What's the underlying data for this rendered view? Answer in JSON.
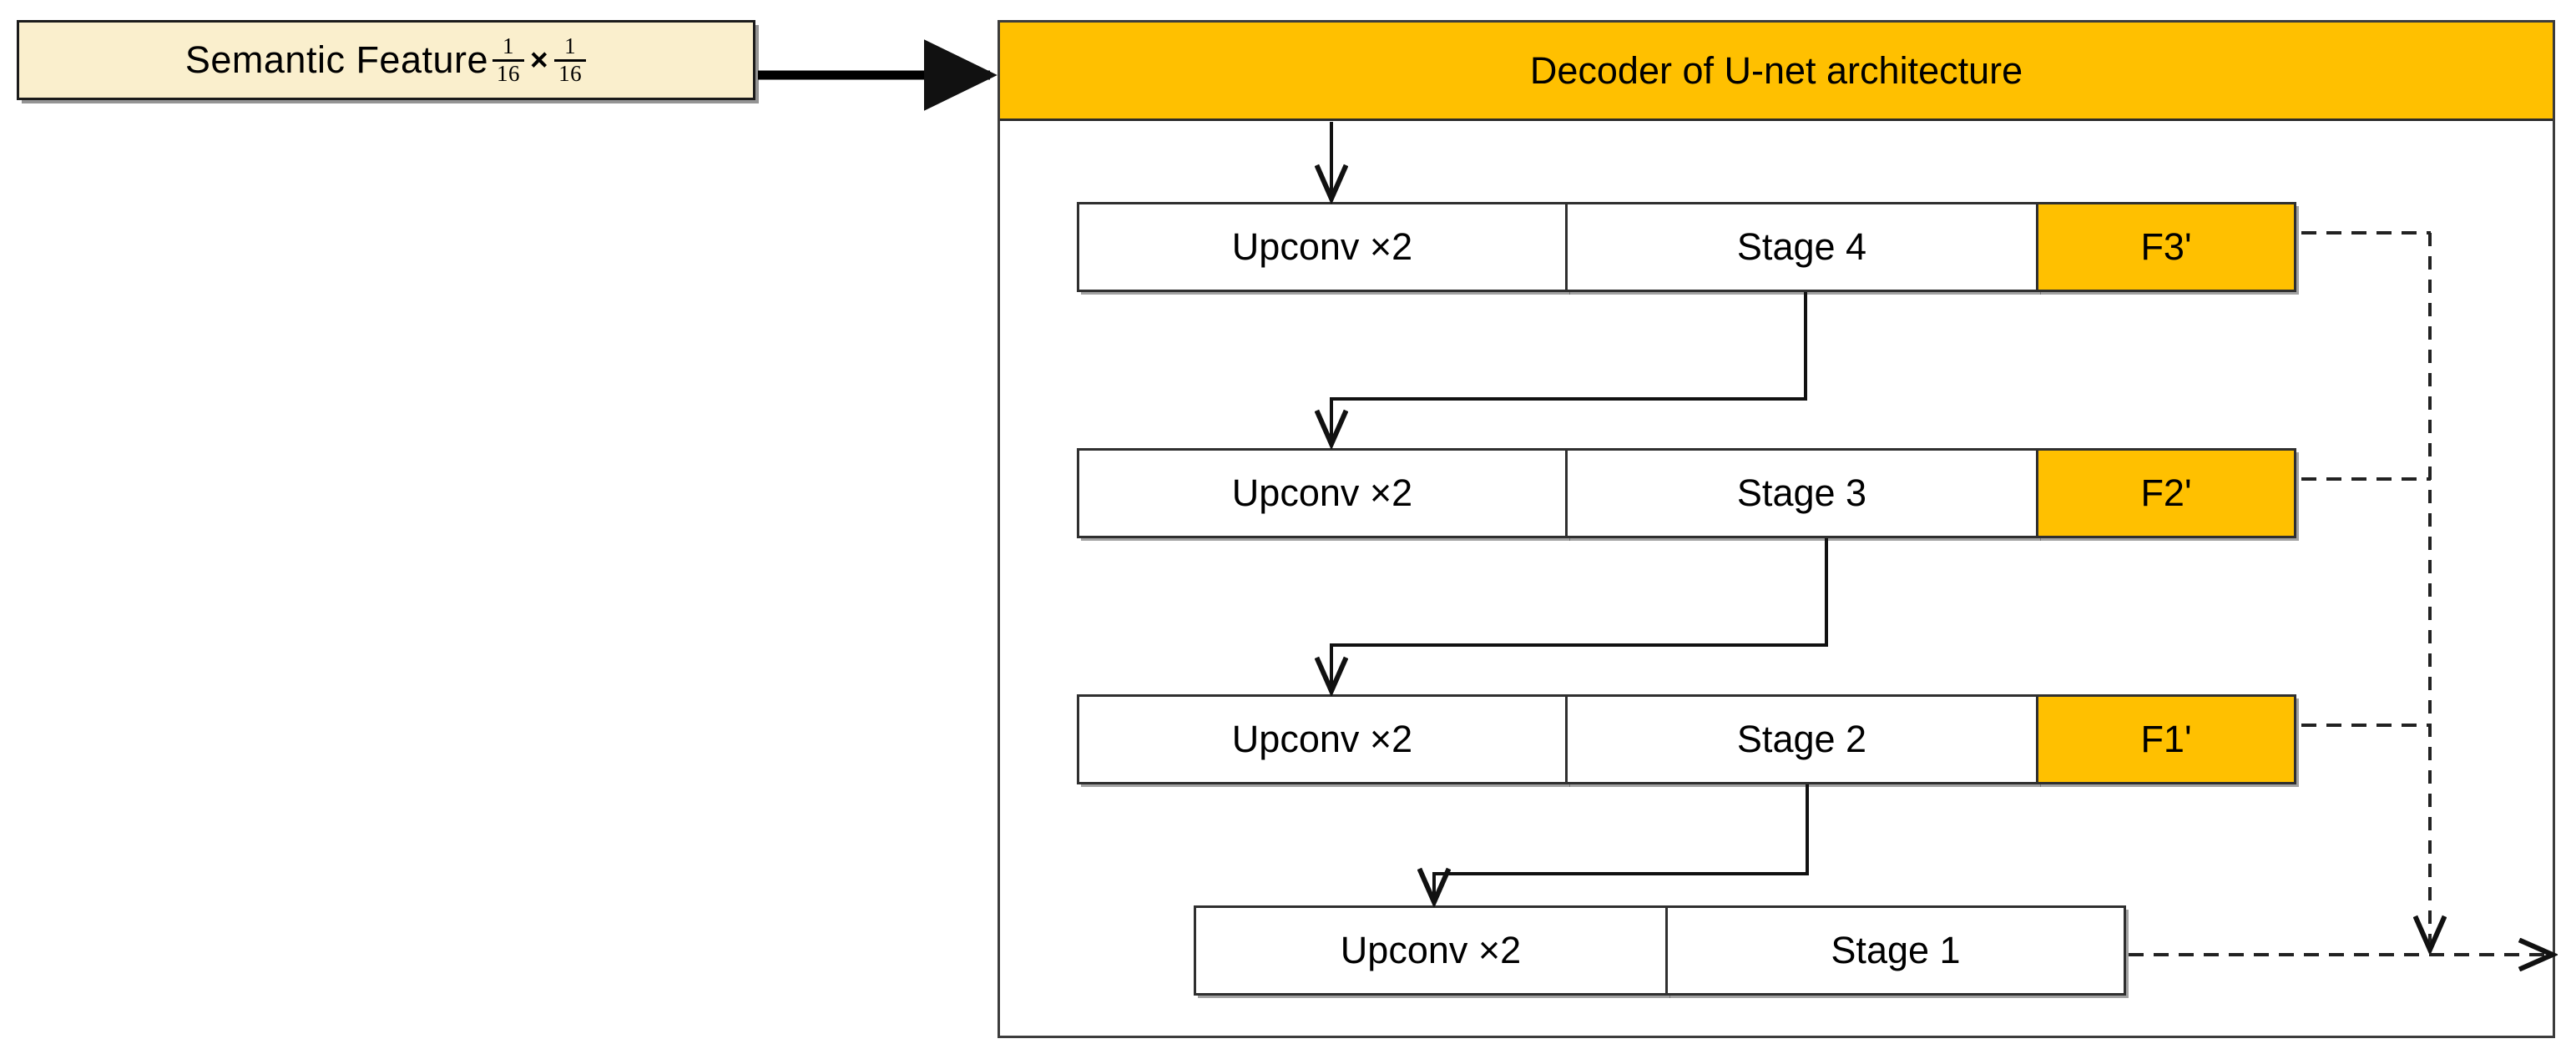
{
  "diagram": {
    "title": "Decoder of U-net architecture",
    "input_block": {
      "label": "Semantic Feature",
      "scale_numerator_1": "1",
      "scale_denominator_1": "16",
      "times": "×",
      "scale_numerator_2": "1",
      "scale_denominator_2": "16"
    },
    "header": {
      "label": "Decoder of U-net architecture"
    },
    "rows": [
      {
        "upconv": "Upconv ×2",
        "stage": "Stage 4",
        "feature": "F3'",
        "has_feature": true
      },
      {
        "upconv": "Upconv ×2",
        "stage": "Stage 3",
        "feature": "F2'",
        "has_feature": true
      },
      {
        "upconv": "Upconv ×2",
        "stage": "Stage 2",
        "feature": "F1'",
        "has_feature": true
      },
      {
        "upconv": "Upconv ×2",
        "stage": "Stage 1",
        "feature": "",
        "has_feature": false
      }
    ],
    "colors": {
      "accent_orange": "#FFC000",
      "input_cream": "#FAEFCD",
      "stroke": "#2F2F2F",
      "background": "#FFFFFF"
    },
    "connectors": {
      "input_to_header": "solid-arrow-right",
      "header_to_row1": "solid-arrow-down",
      "row_to_row": "solid-elbow-arrow-down",
      "feature_to_bus": "dashed-line-right",
      "bus_to_output": "dashed-arrow-down",
      "stage1_to_output": "dashed-arrow-right"
    }
  }
}
